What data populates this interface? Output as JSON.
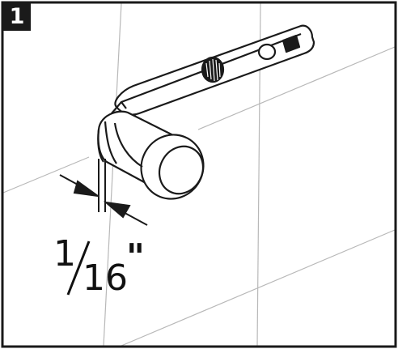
{
  "step": {
    "number": "1"
  },
  "measurement": {
    "numerator": "1",
    "denominator": "16",
    "unit": "\""
  },
  "colors": {
    "outline": "#1a1a1a",
    "tile_lines": "#b8b8b8",
    "background": "#ffffff"
  }
}
